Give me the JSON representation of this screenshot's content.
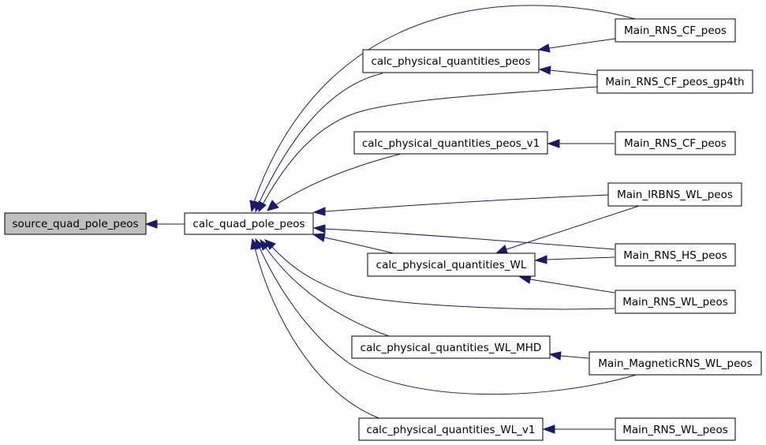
{
  "graph": {
    "colors": {
      "edge": "#191970",
      "root_fill": "#bfbfbf",
      "node_fill": "#ffffff",
      "border": "#000000"
    },
    "nodes": {
      "root": "source_quad_pole_peos",
      "cqp": "calc_quad_pole_peos",
      "cpq_peos": "calc_physical_quantities_peos",
      "cpq_peos_v1": "calc_physical_quantities_peos_v1",
      "cpq_wl": "calc_physical_quantities_WL",
      "cpq_wl_mhd": "calc_physical_quantities_WL_MHD",
      "cpq_wl_v1": "calc_physical_quantities_WL_v1",
      "m_cf": "Main_RNS_CF_peos",
      "m_cf_gp4": "Main_RNS_CF_peos_gp4th",
      "m_cf_2": "Main_RNS_CF_peos",
      "m_irbns": "Main_IRBNS_WL_peos",
      "m_hs": "Main_RNS_HS_peos",
      "m_wl": "Main_RNS_WL_peos",
      "m_mag": "Main_MagneticRNS_WL_peos",
      "m_wl_2": "Main_RNS_WL_peos"
    }
  }
}
